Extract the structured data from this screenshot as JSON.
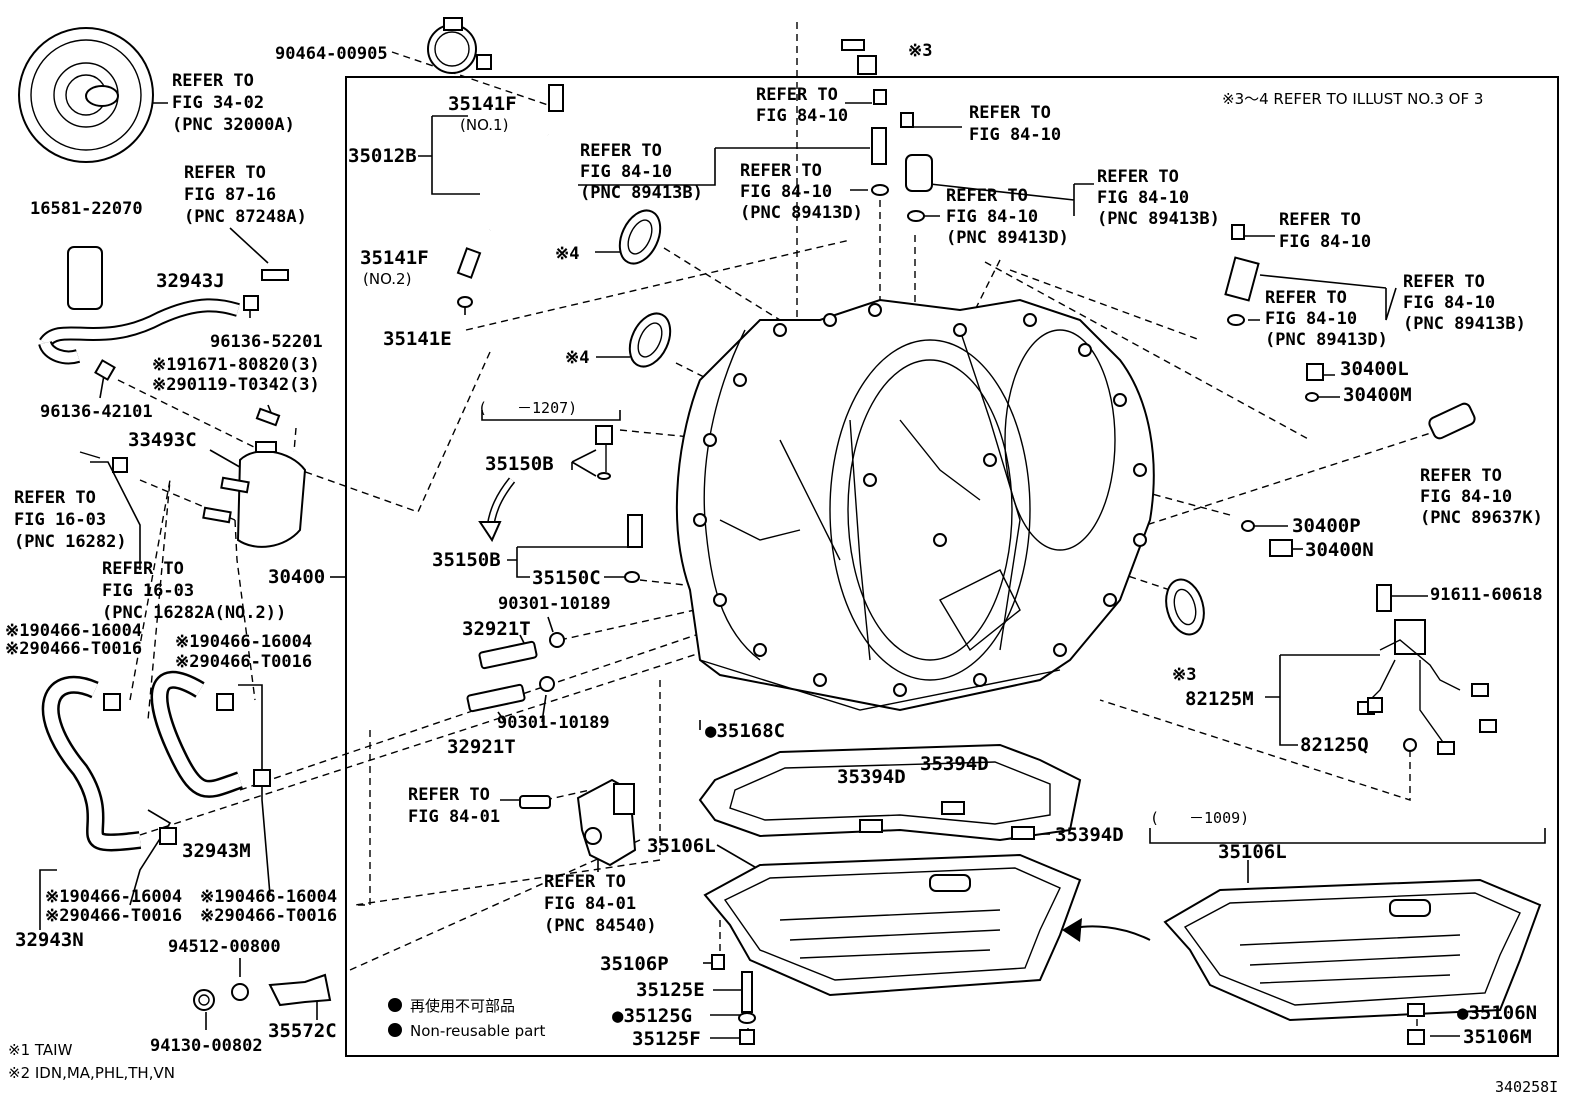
{
  "header_note": "※3～4 REFER TO ILLUST NO.3 OF 3",
  "figure_number": "340258I",
  "footnotes": [
    "※1 TAIW",
    "※2 IDN,MA,PHL,TH,VN"
  ],
  "legend": [
    {
      "symbol": "●",
      "text": "再使用不可部品"
    },
    {
      "symbol": "●",
      "text": "Non-reusable part"
    }
  ],
  "ranges": {
    "r1207": "(　　－1207)",
    "r1009": "(　　－1009)"
  },
  "labels": {
    "p90464_00905": "90464-00905",
    "ref_tc": [
      "REFER TO",
      "FIG 34-02",
      "(PNC 32000A)"
    ],
    "p16581_22070": "16581-22070",
    "ref_8716": [
      "REFER TO",
      "FIG 87-16",
      "(PNC 87248A)"
    ],
    "p32943J": "32943J",
    "p96136_52201": "96136-52201",
    "n191671": "※191671-80820(3)",
    "n290119": "※290119-T0342(3)",
    "p96136_42101": "96136-42101",
    "p33493C": "33493C",
    "ref_1603a": [
      "REFER TO",
      "FIG 16-03",
      "(PNC 16282)"
    ],
    "ref_1603b": [
      "REFER TO",
      "FIG 16-03",
      "(PNC 16282A(NO.2))"
    ],
    "p30400": "30400",
    "n190466_a": "※190466-16004",
    "n290466_a": "※290466-T0016",
    "n190466_b": "※190466-16004",
    "n290466_b": "※290466-T0016",
    "p32943M": "32943M",
    "n190466_c": "※190466-16004",
    "n290466_c": "※290466-T0016",
    "n190466_d": "※190466-16004",
    "n290466_d": "※290466-T0016",
    "p32943N": "32943N",
    "p94512_00800": "94512-00800",
    "p94130_00802": "94130-00802",
    "p35572C": "35572C",
    "p35141F_1": "35141F",
    "no1": "(NO.1)",
    "p35012B": "35012B",
    "p35141F_2": "35141F",
    "no2": "(NO.2)",
    "p35141E": "35141E",
    "s4a": "※4",
    "s4b": "※4",
    "s3a": "※3",
    "s3b": "※3",
    "p35150B_a": "35150B",
    "p35150B_b": "35150B",
    "p35150C": "35150C",
    "p90301_a": "90301-10189",
    "p32921T_a": "32921T",
    "p32921T_b": "32921T",
    "p90301_b": "90301-10189",
    "ref_8401a": [
      "REFER TO",
      "FIG 84-01"
    ],
    "ref_8401b": [
      "REFER TO",
      "FIG 84-01",
      "(PNC 84540)"
    ],
    "ref_8410_top": [
      "REFER TO",
      "FIG 84-10"
    ],
    "ref_8410_b1": [
      "REFER TO",
      "FIG 84-10",
      "(PNC 89413B)"
    ],
    "ref_8410_d1": [
      "REFER TO",
      "FIG 84-10",
      "(PNC 89413D)"
    ],
    "ref_8410_r1": [
      "REFER TO",
      "FIG 84-10"
    ],
    "ref_8410_d2": [
      "REFER TO",
      "FIG 84-10",
      "(PNC 89413D)"
    ],
    "ref_8410_b2": [
      "REFER TO",
      "FIG 84-10",
      "(PNC 89413B)"
    ],
    "ref_8410_r2": [
      "REFER TO",
      "FIG 84-10"
    ],
    "ref_8410_d3": [
      "REFER TO",
      "FIG 84-10",
      "(PNC 89413D)"
    ],
    "ref_8410_b3": [
      "REFER TO",
      "FIG 84-10",
      "(PNC 89413B)"
    ],
    "ref_8410_k": [
      "REFER TO",
      "FIG 84-10",
      "(PNC 89637K)"
    ],
    "p30400L": "30400L",
    "p30400M": "30400M",
    "p30400P": "30400P",
    "p30400N": "30400N",
    "p91611_60618": "91611-60618",
    "p82125M": "82125M",
    "p82125Q": "82125Q",
    "p35168C": "●35168C",
    "p35394D_a": "35394D",
    "p35394D_b": "35394D",
    "p35394D_c": "35394D",
    "p35106L_a": "35106L",
    "p35106L_b": "35106L",
    "p35106P": "35106P",
    "p35125E": "35125E",
    "p35125G": "●35125G",
    "p35125F": "35125F",
    "p35106N": "●35106N",
    "p35106M": "35106M"
  }
}
